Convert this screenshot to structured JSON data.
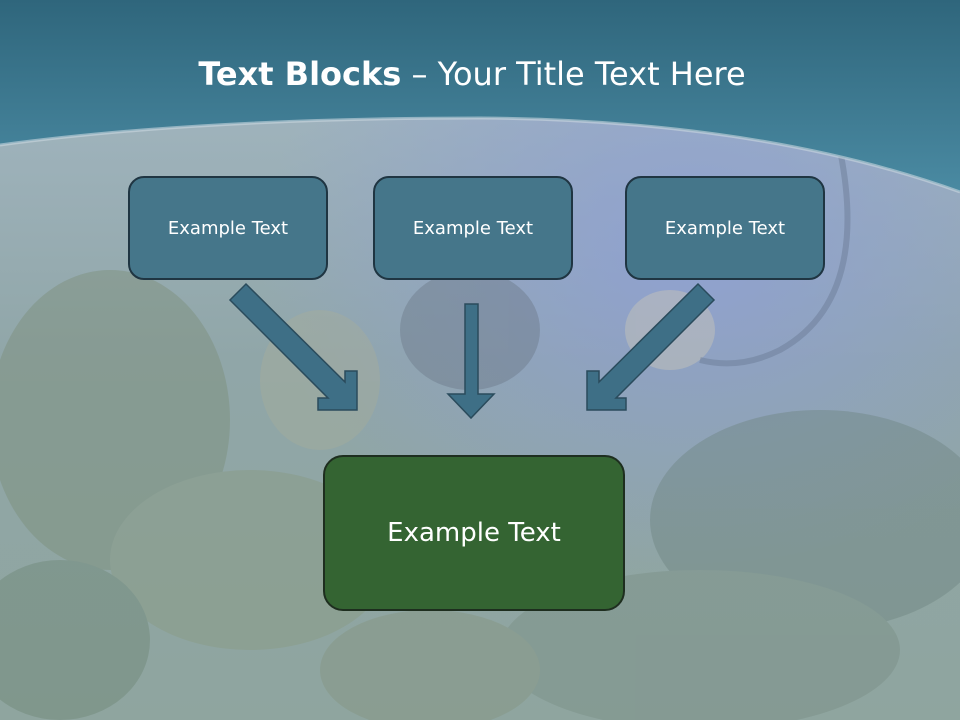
{
  "title": {
    "bold": "Text Blocks",
    "dash": " – ",
    "rest": "Your Title Text Here"
  },
  "blocks": {
    "top": [
      "Example Text",
      "Example Text",
      "Example Text"
    ],
    "bottom": "Example Text"
  },
  "colors": {
    "header_band": "#3d7890",
    "top_box_fill": "#45768a",
    "bottom_box_fill": "#346432",
    "arrow_fill": "#3e6f86",
    "box_border": "#1f3542"
  }
}
